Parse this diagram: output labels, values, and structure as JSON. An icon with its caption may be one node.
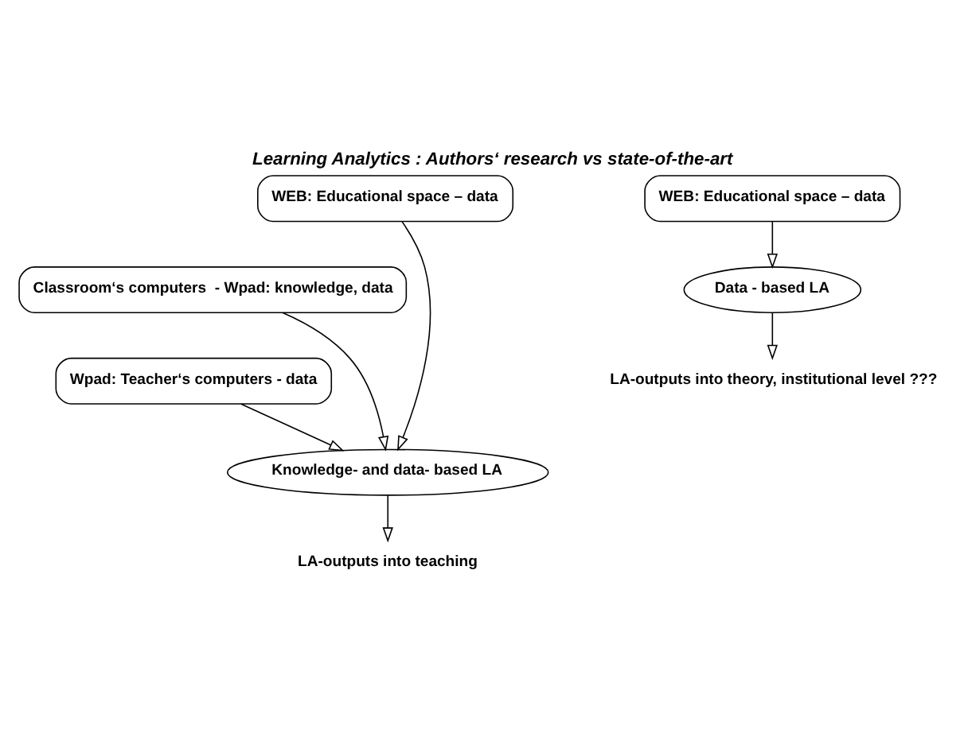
{
  "diagram": {
    "title": "Learning Analytics : Authors‘ research vs state-of-the-art",
    "nodes": [
      {
        "text": [
          "WEB: Educational space – data"
        ]
      },
      {
        "text": [
          "WEB: Educational space – data"
        ]
      },
      {
        "text": [
          "Classroom‘s computers  - Wpad: knowledge, data"
        ]
      },
      {
        "text": [
          "Wpad: Teacher‘s computers - data"
        ]
      },
      {
        "text": [
          "Knowledge- and data- based LA"
        ]
      },
      {
        "text": [
          "Data - based LA"
        ]
      },
      {
        "text": [
          "LA-outputs into teaching"
        ]
      },
      {
        "text": [
          "LA-outputs into theory, institutional level ???"
        ]
      }
    ],
    "edges": [
      {
        "from": 0,
        "to": 4,
        "arrow": "to"
      },
      {
        "from": 2,
        "to": 4,
        "arrow": "to"
      },
      {
        "from": 3,
        "to": 4,
        "arrow": "to"
      },
      {
        "from": 1,
        "to": 5,
        "arrow": "to"
      },
      {
        "from": 4,
        "to": 6,
        "arrow": "to"
      },
      {
        "from": 5,
        "to": 7,
        "arrow": "to"
      }
    ]
  }
}
